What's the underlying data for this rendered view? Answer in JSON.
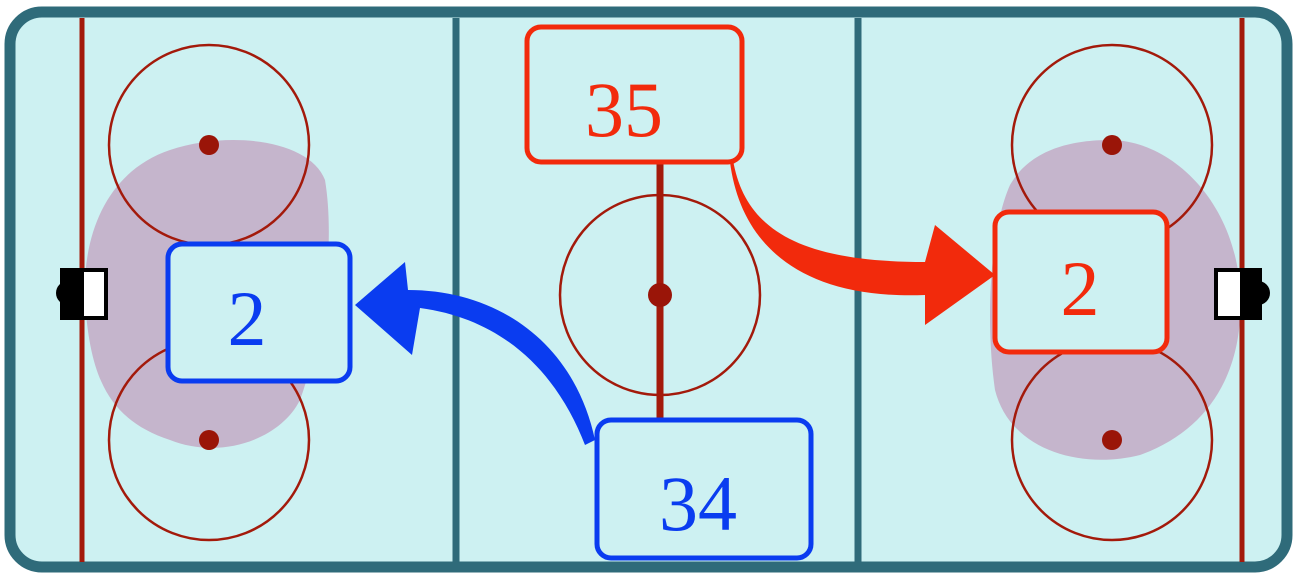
{
  "rink": {
    "colors": {
      "ice": "#cdf1f2",
      "board": "#2f6b7a",
      "red_line": "#a31a0b",
      "faceoff_dot": "#9a1508",
      "zone_shade": "#c5b5cc",
      "net": "#000000",
      "blue_team": "#0a3cf0",
      "red_team": "#f22a0c"
    }
  },
  "labels": {
    "center_top": {
      "value": "35",
      "team": "red"
    },
    "center_bottom": {
      "value": "34",
      "team": "blue"
    },
    "left_zone": {
      "value": "2",
      "team": "blue"
    },
    "right_zone": {
      "value": "2",
      "team": "red"
    }
  },
  "arrows": [
    {
      "from": "center_bottom",
      "to": "left_zone",
      "team": "blue"
    },
    {
      "from": "center_top",
      "to": "right_zone",
      "team": "red"
    }
  ]
}
